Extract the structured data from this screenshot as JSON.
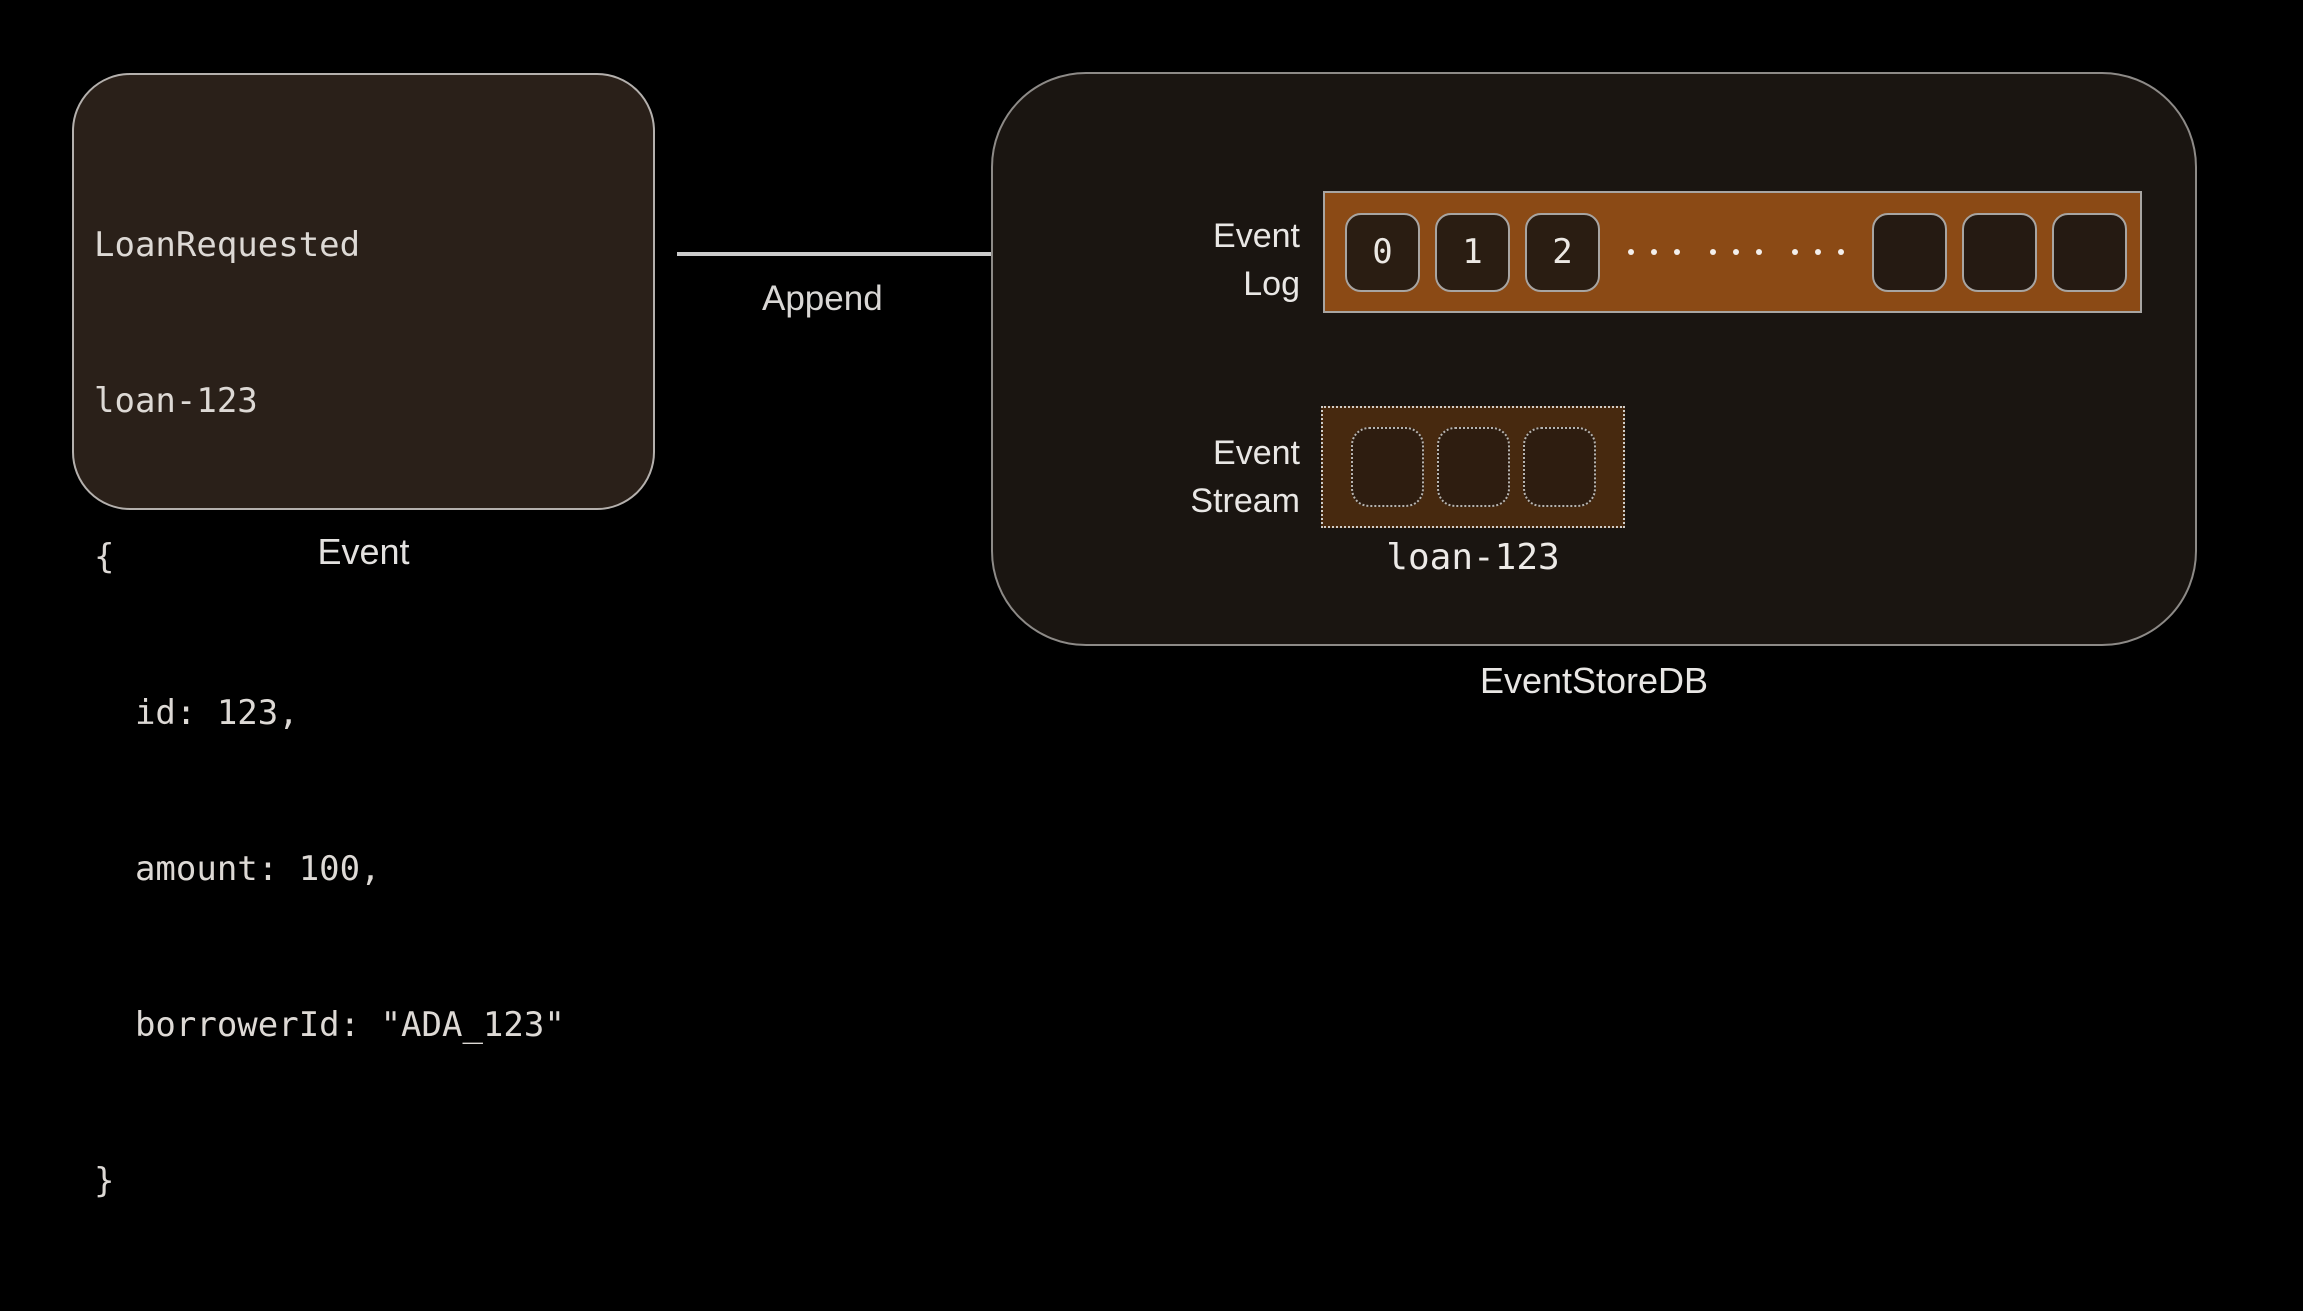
{
  "diagram": {
    "event_card": {
      "code_lines": [
        "LoanRequested",
        "loan-123",
        "{",
        "  id: 123,",
        "  amount: 100,",
        "  borrowerId: \"ADA_123\"",
        "}"
      ],
      "caption": "Event"
    },
    "append_label": "Append",
    "store": {
      "caption": "EventStoreDB",
      "log": {
        "label_line1": "Event",
        "label_line2": "Log",
        "cells": [
          "0",
          "1",
          "2"
        ]
      },
      "stream": {
        "label_line1": "Event",
        "label_line2": "Stream",
        "name": "loan-123"
      }
    },
    "colors": {
      "background": "#000000",
      "card_bg": "#2a2019",
      "store_bg": "#1a1511",
      "log_bar_orange": "#8b4a15",
      "stream_bg": "#47290f",
      "cell_bg": "#2a1d12",
      "arrow": "#cccccc",
      "text": "#e8e5e2"
    }
  }
}
